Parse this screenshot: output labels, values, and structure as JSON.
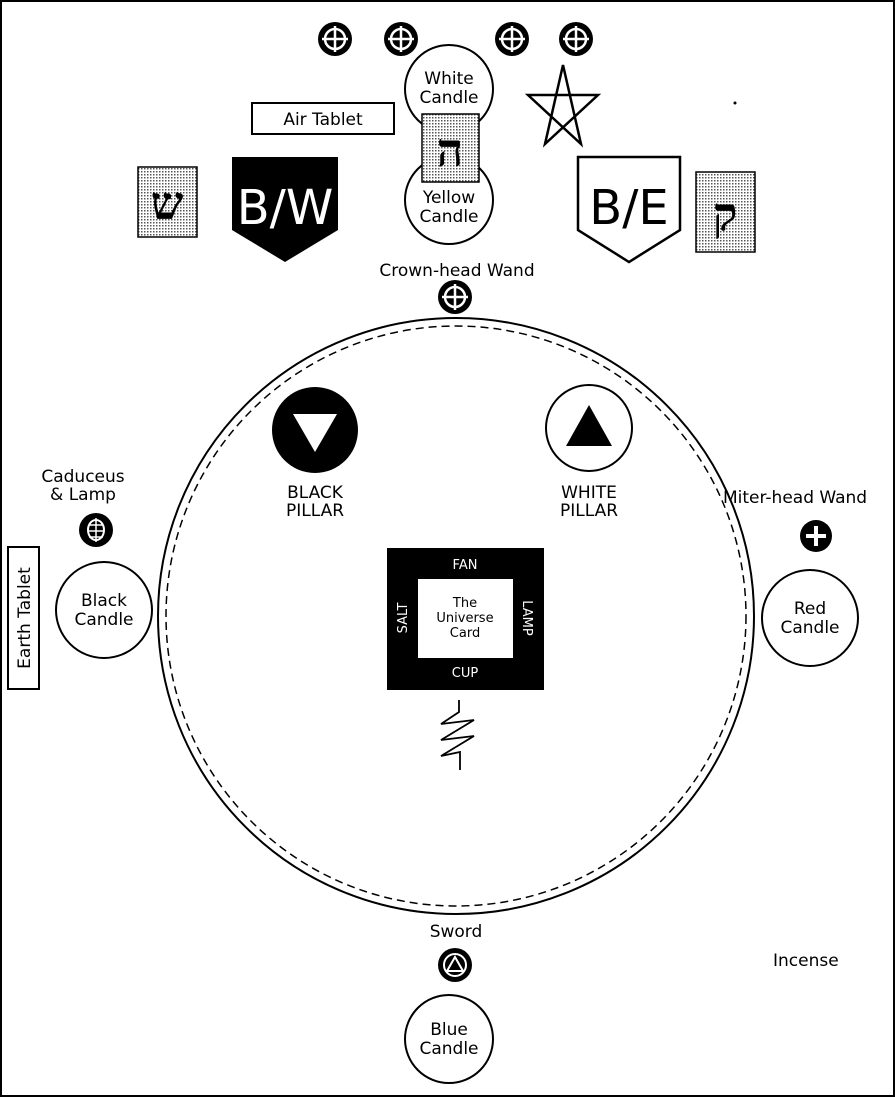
{
  "tablets": {
    "air": "Air Tablet",
    "earth": "Earth Tablet"
  },
  "candles": {
    "white": [
      "White",
      "Candle"
    ],
    "yellow": [
      "Yellow",
      "Candle"
    ],
    "black": [
      "Black",
      "Candle"
    ],
    "red": [
      "Red",
      "Candle"
    ],
    "blue": [
      "Blue",
      "Candle"
    ]
  },
  "banners": {
    "left": "B/W",
    "right": "B/E"
  },
  "hebrew_letters": {
    "left": "ש",
    "center": "ה",
    "right": "ק"
  },
  "weapons": {
    "crown_head_wand": "Crown-head Wand",
    "caduceus": [
      "Caduceus",
      "& Lamp"
    ],
    "miter_head_wand": "Miter-head Wand",
    "sword": "Sword"
  },
  "pillars": {
    "black": [
      "BLACK",
      "PILLAR"
    ],
    "white": [
      "WHITE",
      "PILLAR"
    ]
  },
  "altar": {
    "top": "FAN",
    "bottom": "CUP",
    "left": "SALT",
    "right": "LAMP",
    "card": [
      "The",
      "Universe",
      "Card"
    ]
  },
  "incense": "Incense",
  "colors": {
    "ink": "#000000",
    "paper": "#ffffff",
    "hebrew_tile": "#a8a8a8"
  }
}
